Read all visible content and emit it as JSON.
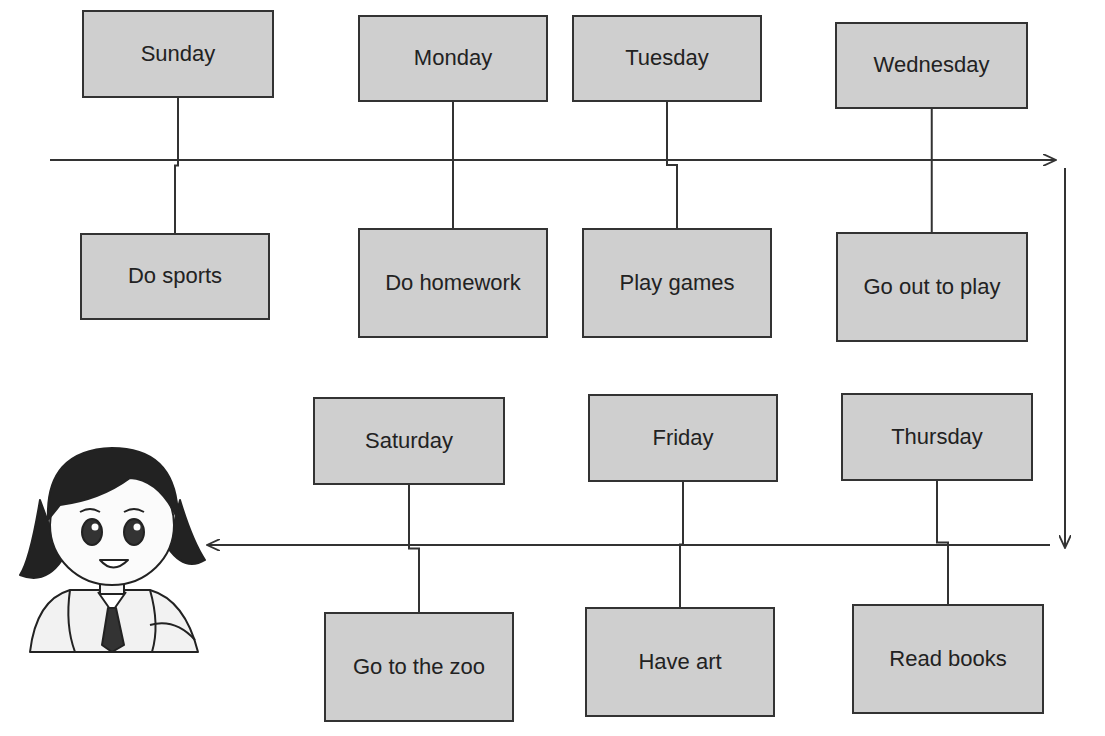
{
  "diagram": {
    "nodes": [
      {
        "text": [
          "Sunday"
        ]
      },
      {
        "text": [
          "Monday"
        ]
      },
      {
        "text": [
          "Tuesday"
        ]
      },
      {
        "text": [
          "Wednesday"
        ]
      },
      {
        "text": [
          "Do sports"
        ]
      },
      {
        "text": [
          "Do homework"
        ]
      },
      {
        "text": [
          "Play games"
        ]
      },
      {
        "text": [
          "Go out to play"
        ]
      },
      {
        "text": [
          "Saturday"
        ]
      },
      {
        "text": [
          "Friday"
        ]
      },
      {
        "text": [
          "Thursday"
        ]
      },
      {
        "text": [
          "Go to the zoo"
        ]
      },
      {
        "text": [
          "Have art"
        ]
      },
      {
        "text": [
          "Read books"
        ]
      }
    ],
    "edges": [
      {
        "from": 0,
        "to": 4,
        "arrow": "none"
      },
      {
        "from": 1,
        "to": 5,
        "arrow": "none"
      },
      {
        "from": 2,
        "to": 6,
        "arrow": "none"
      },
      {
        "from": 3,
        "to": 7,
        "arrow": "none"
      },
      {
        "from": 8,
        "to": 11,
        "arrow": "none"
      },
      {
        "from": 9,
        "to": 12,
        "arrow": "none"
      },
      {
        "from": 10,
        "to": 13,
        "arrow": "none"
      }
    ]
  }
}
